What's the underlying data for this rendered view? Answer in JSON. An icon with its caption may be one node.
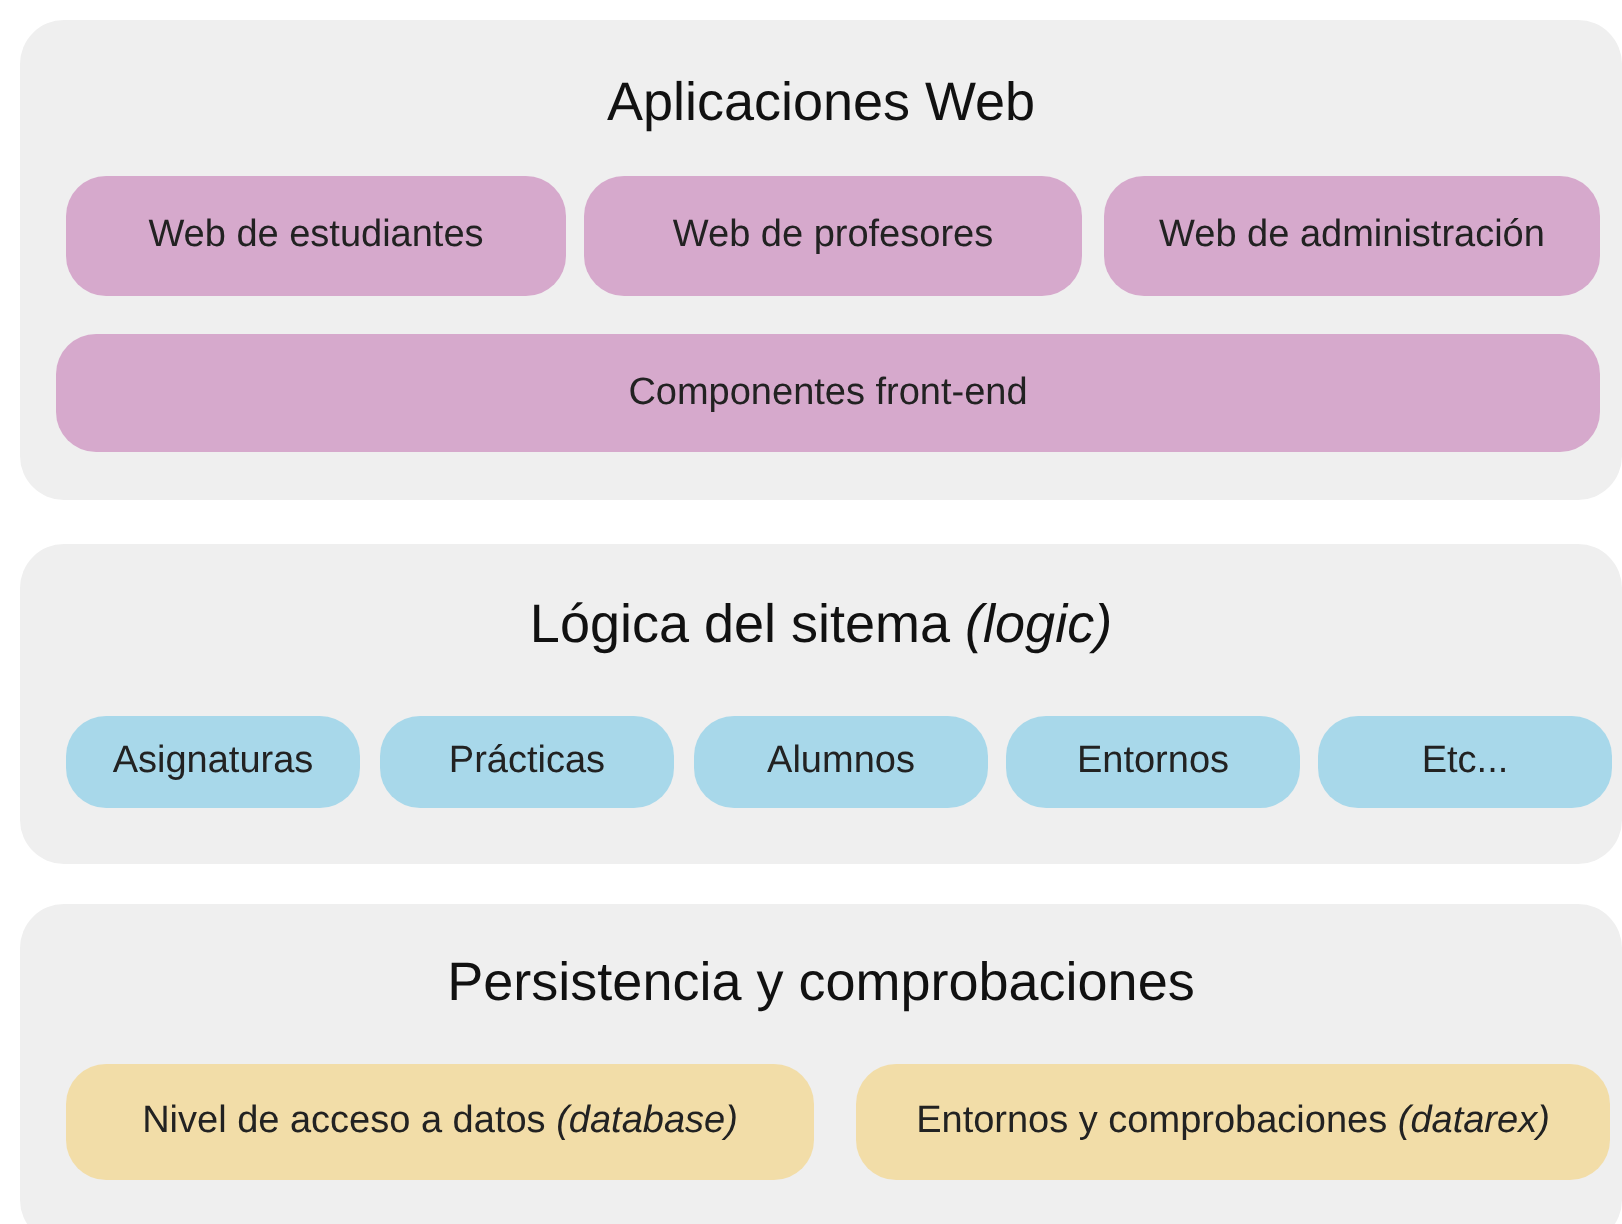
{
  "diagram": {
    "nodes": [
      {
        "text": [
          "Aplicaciones Web"
        ]
      },
      {
        "text": [
          "Web de estudiantes"
        ],
        "in": 0
      },
      {
        "text": [
          "Web de profesores"
        ],
        "in": 0
      },
      {
        "text": [
          "Web de administración"
        ],
        "in": 0
      },
      {
        "text": [
          "Componentes front-end"
        ],
        "in": 0
      },
      {
        "text": [
          "Lógica del sitema *(logic)*"
        ]
      },
      {
        "text": [
          "Asignaturas"
        ],
        "in": 5
      },
      {
        "text": [
          "Prácticas"
        ],
        "in": 5
      },
      {
        "text": [
          "Alumnos"
        ],
        "in": 5
      },
      {
        "text": [
          "Entornos"
        ],
        "in": 5
      },
      {
        "text": [
          "Etc..."
        ],
        "in": 5
      },
      {
        "text": [
          "Persistencia y comprobaciones"
        ]
      },
      {
        "text": [
          "Nivel de acceso a datos *(database)*"
        ],
        "in": 11
      },
      {
        "text": [
          "Entornos y comprobaciones *(datarex)*"
        ],
        "in": 11
      }
    ],
    "edges": []
  }
}
